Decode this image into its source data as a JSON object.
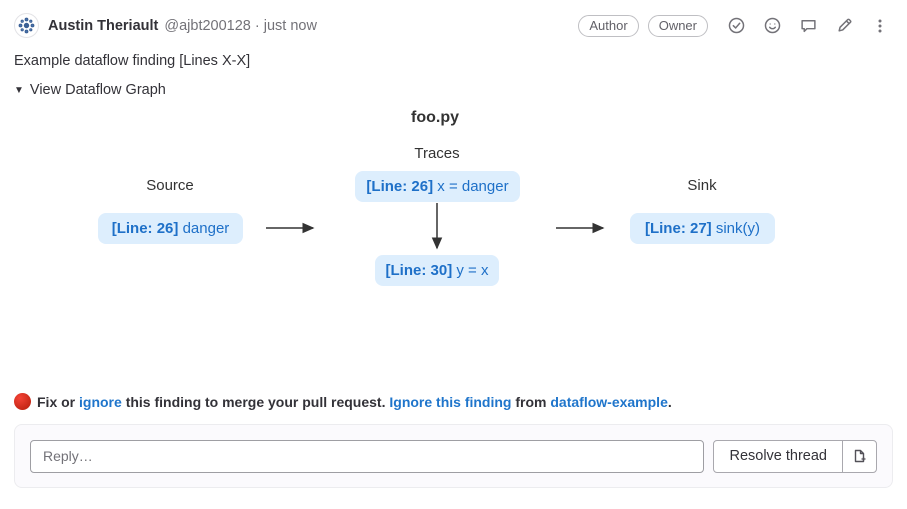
{
  "user": {
    "name": "Austin Theriault",
    "handle": "@ajbt200128",
    "separator": "·",
    "time": "just now"
  },
  "header": {
    "badges": [
      {
        "label": "Author"
      },
      {
        "label": "Owner"
      }
    ],
    "icons": [
      "approve-check-icon",
      "add-reaction-icon",
      "comment-icon",
      "edit-pencil-icon",
      "more-vertical-icon"
    ]
  },
  "note": {
    "text": "Example dataflow finding [Lines X-X]"
  },
  "graph": {
    "caret_glyph": "▼",
    "toggle_label": "View Dataflow Graph",
    "file_title": "foo.py",
    "traces_label": "Traces",
    "source_label": "Source",
    "sink_label": "Sink",
    "source_node": {
      "line": "[Line: 26]",
      "code": " danger"
    },
    "trace_node_1": {
      "line": "[Line: 26]",
      "code": " x = danger"
    },
    "trace_node_2": {
      "line": "[Line: 30]",
      "code": " y = x"
    },
    "sink_node": {
      "line": "[Line: 27]",
      "code": " sink(y)"
    }
  },
  "warning": {
    "status_icon": "red-circle-icon",
    "part1": "Fix or ",
    "link1": "ignore",
    "part2": " this finding to merge your pull request. ",
    "link2": "Ignore this finding",
    "part3": " from ",
    "link3": "dataflow-example",
    "part4": "."
  },
  "reply": {
    "placeholder": "Reply…",
    "resolve_label": "Resolve thread",
    "issue_icon": "create-issue-icon"
  },
  "colors": {
    "link_blue": "#1f75cb",
    "node_bg": "#ddeefd",
    "node_text": "#1e70c8",
    "warning_red": "#c62817",
    "arrow_gray": "#333333"
  }
}
